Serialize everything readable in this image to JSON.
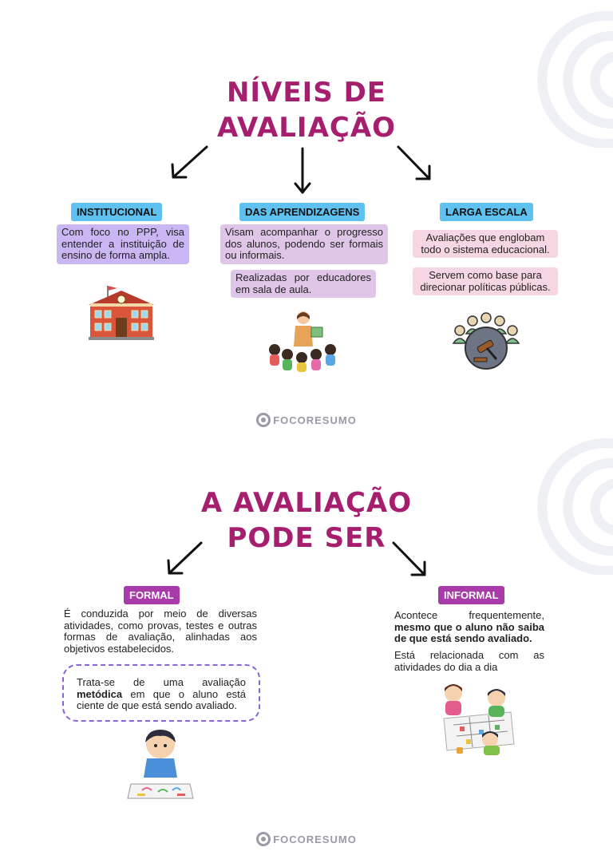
{
  "section1": {
    "title_line1": "NÍVEIS DE",
    "title_line2": "AVALIAÇÃO",
    "institucional": {
      "tag": "INSTITUCIONAL",
      "text": "Com foco no PPP, visa entender a instituição de ensino de forma ampla.",
      "icon": "school-building-icon"
    },
    "aprendizagens": {
      "tag": "DAS APRENDIZAGENS",
      "text1": "Visam acompanhar o progresso dos alunos, podendo ser formais ou informais.",
      "text2": "Realizadas por educadores em sala de aula.",
      "icon": "teacher-with-students-icon"
    },
    "larga_escala": {
      "tag": "LARGA ESCALA",
      "text1": "Avaliações que englobam todo o sistema educacional.",
      "text2": "Servem como base para direcionar políticas públicas.",
      "icon": "people-with-gavel-icon"
    },
    "logo": "FOCORESUMO"
  },
  "section2": {
    "title_line1": "A AVALIAÇÃO",
    "title_line2": "PODE SER",
    "formal": {
      "tag": "FORMAL",
      "text": "É conduzida por meio de diversas atividades, como provas, testes e outras formas de avaliação, alinhadas aos objetivos estabelecidos.",
      "box_pre": "Trata-se de uma avaliação",
      "box_bold": "metódica",
      "box_post": "em que o aluno está ciente de que está sendo avaliado.",
      "icon": "child-drawing-icon"
    },
    "informal": {
      "tag": "INFORMAL",
      "text1_pre": "Acontece frequentemente,",
      "text1_bold": "mesmo que o aluno não saiba de que está sendo avaliado.",
      "text2": "Está relacionada com as atividades do dia a dia",
      "icon": "children-playing-icon"
    },
    "logo": "FOCORESUMO"
  },
  "colors": {
    "title": "#a61e6e",
    "tag_blue": "#5ec1f0",
    "tag_purple": "#a83aaa",
    "lavender": "#c9b6f3",
    "lilac": "#dfc6e8",
    "pink": "#f6d6e2",
    "dashed_border": "#8a63d6"
  }
}
